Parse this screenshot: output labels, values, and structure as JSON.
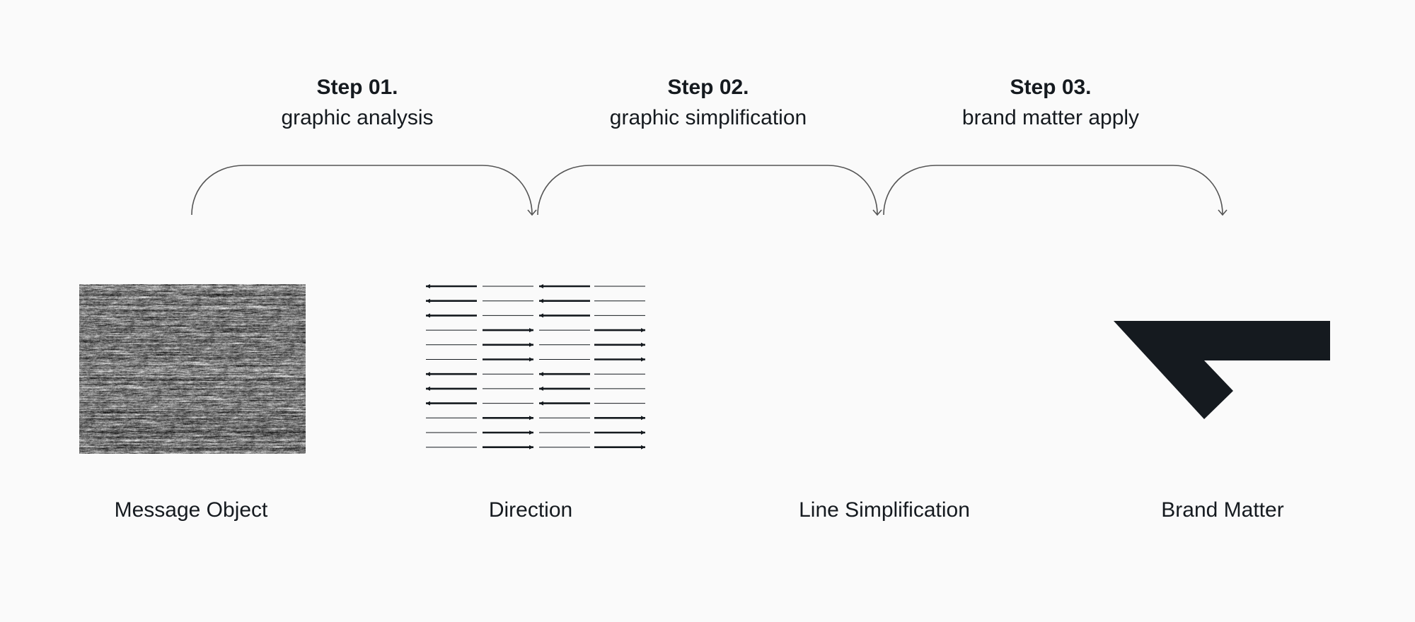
{
  "steps": [
    {
      "number": "Step 01.",
      "description": "graphic analysis"
    },
    {
      "number": "Step 02.",
      "description": "graphic simplification"
    },
    {
      "number": "Step 03.",
      "description": "brand matter apply"
    }
  ],
  "captions": {
    "message_object": "Message Object",
    "direction": "Direction",
    "line_simplification": "Line Simplification",
    "brand_matter": "Brand Matter"
  },
  "direction_grid": {
    "rows": [
      [
        "left",
        "none",
        "left",
        "none"
      ],
      [
        "left",
        "none",
        "left",
        "none"
      ],
      [
        "left",
        "none",
        "left",
        "none"
      ],
      [
        "none",
        "right",
        "none",
        "right"
      ],
      [
        "none",
        "right",
        "none",
        "right"
      ],
      [
        "none",
        "right",
        "none",
        "right"
      ],
      [
        "left",
        "none",
        "left",
        "none"
      ],
      [
        "left",
        "none",
        "left",
        "none"
      ],
      [
        "left",
        "none",
        "left",
        "none"
      ],
      [
        "none",
        "right",
        "none",
        "right"
      ],
      [
        "none",
        "right",
        "none",
        "right"
      ],
      [
        "none",
        "right",
        "none",
        "right"
      ]
    ]
  },
  "colors": {
    "background": "#fafafa",
    "ink": "#151a1f",
    "connector": "#555555",
    "noise_base": "#7c7c7c"
  }
}
